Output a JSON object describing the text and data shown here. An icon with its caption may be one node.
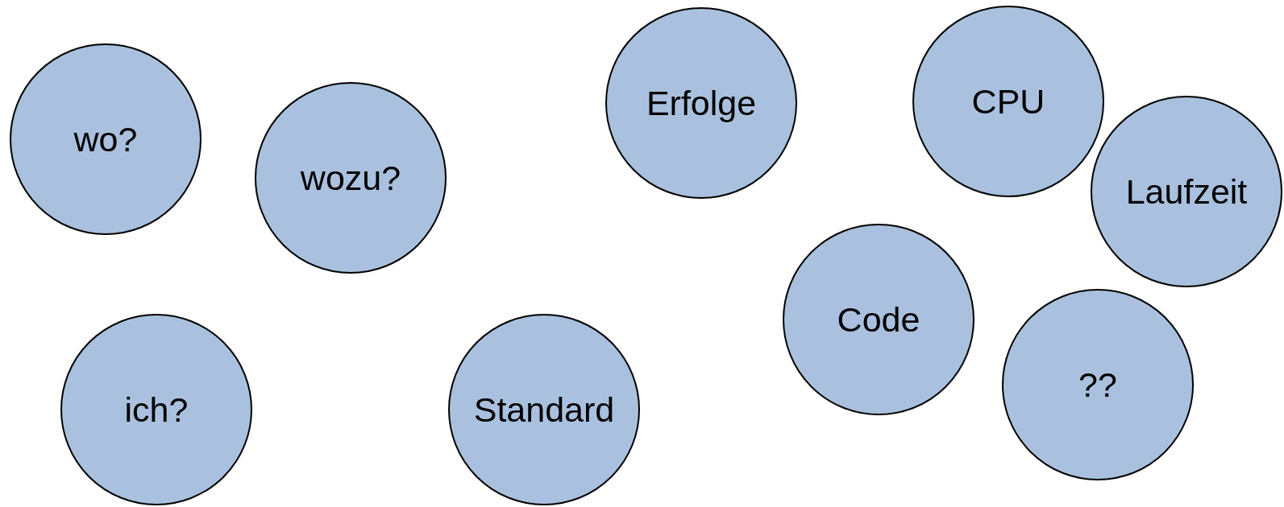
{
  "diagram": {
    "nodes": [
      {
        "text": [
          "Erfolge"
        ]
      },
      {
        "text": [
          "CPU"
        ]
      },
      {
        "text": [
          "wo?"
        ]
      },
      {
        "text": [
          "wozu?"
        ]
      },
      {
        "text": [
          "Laufzeit"
        ]
      },
      {
        "text": [
          "Code"
        ]
      },
      {
        "text": [
          "??"
        ]
      },
      {
        "text": [
          "ich?"
        ]
      },
      {
        "text": [
          "Standard"
        ]
      }
    ]
  }
}
